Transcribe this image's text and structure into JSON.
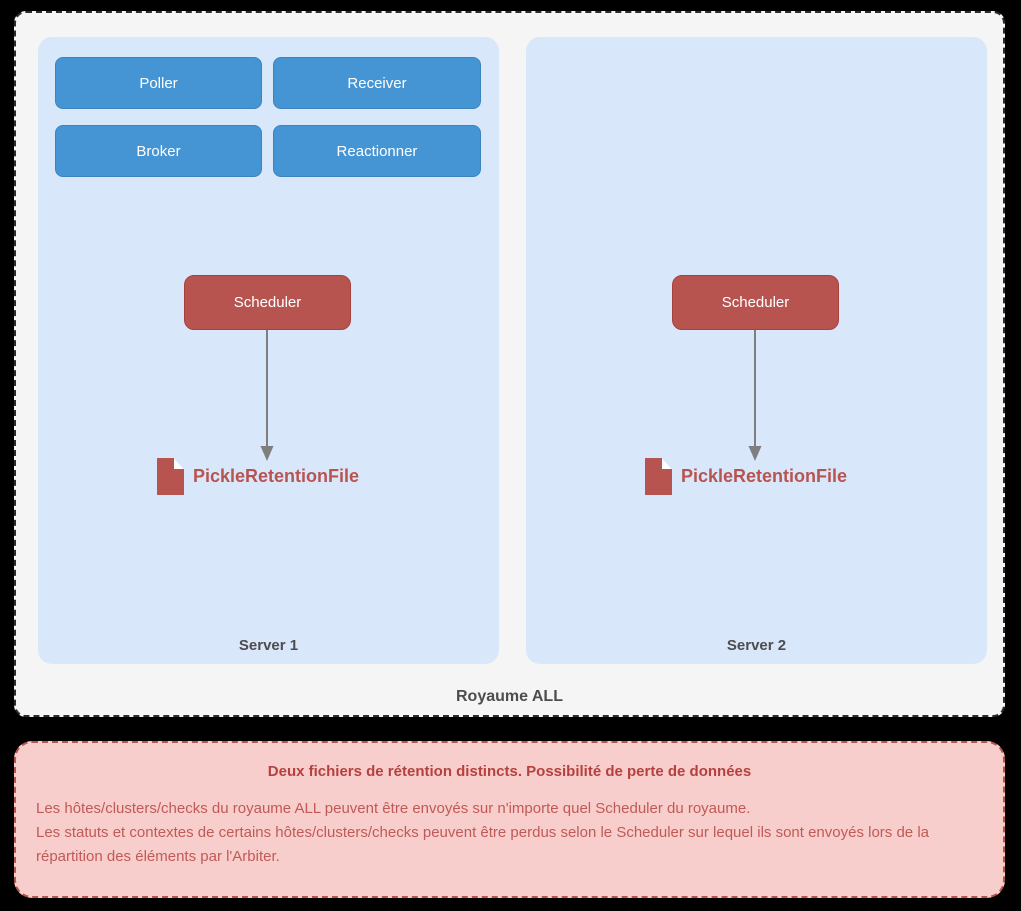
{
  "colors": {
    "page_bg": "#000000",
    "realm_bg": "#f5f5f5",
    "realm_border": "#2b2b2b",
    "server_bg": "#d9e7fb",
    "daemon_blue": "#4594d3",
    "scheduler_red": "#b85450",
    "arrow_gray": "#7f7f7f",
    "file_red": "#b85450",
    "warning_bg": "#f8cecc",
    "warning_border": "#b85450",
    "warning_text": "#b5413f",
    "label_gray": "#4d4d4d",
    "node_text": "#ffffff"
  },
  "diagram": {
    "realm_label": "Royaume ALL",
    "servers": [
      {
        "label": "Server 1",
        "daemons": [
          "Poller",
          "Receiver",
          "Broker",
          "Reactionner"
        ],
        "scheduler_label": "Scheduler",
        "file_label": "PickleRetentionFile"
      },
      {
        "label": "Server 2",
        "daemons": [],
        "scheduler_label": "Scheduler",
        "file_label": "PickleRetentionFile"
      }
    ]
  },
  "warning": {
    "title": "Deux fichiers de rétention distincts. Possibilité de perte de données",
    "line1": "Les hôtes/clusters/checks du royaume ALL peuvent être envoyés sur n'importe quel Scheduler du royaume.",
    "line2": "Les statuts et contextes de certains hôtes/clusters/checks peuvent être perdus selon le Scheduler sur lequel ils sont envoyés lors de la répartition des éléments par l'Arbiter."
  }
}
